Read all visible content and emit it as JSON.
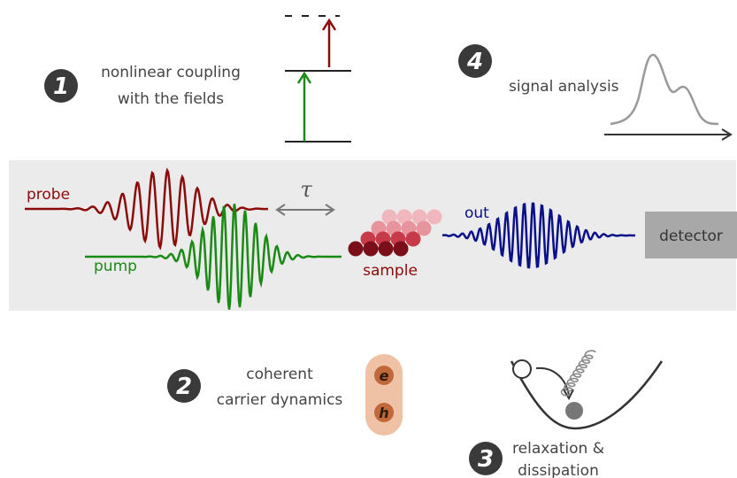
{
  "steps": {
    "step1": {
      "number": "1",
      "line1": "nonlinear coupling",
      "line2": "with the fields"
    },
    "step2": {
      "number": "2",
      "line1": "coherent",
      "line2": "carrier dynamics"
    },
    "step3": {
      "number": "3",
      "line1": "relaxation &",
      "line2": "dissipation"
    },
    "step4": {
      "number": "4",
      "line1": "signal analysis"
    }
  },
  "beams": {
    "probe": "probe",
    "pump": "pump",
    "delay": "τ",
    "sample": "sample",
    "out": "out",
    "detector": "detector"
  },
  "carriers": {
    "electron": "e",
    "hole": "h"
  },
  "colors": {
    "probe": "#8b0a0a",
    "pump": "#1a8a14",
    "out": "#0a0f8a",
    "band": "#ebebeb",
    "badge": "#3a3a3a",
    "detector_box": "#a8a8a8",
    "carrier_pill": "#efc2a5",
    "carrier_dot": "#c0683a",
    "sample_dark": "#7a0f1a",
    "sample_mid": "#c63a4a",
    "sample_light": "#e8a0a8"
  }
}
